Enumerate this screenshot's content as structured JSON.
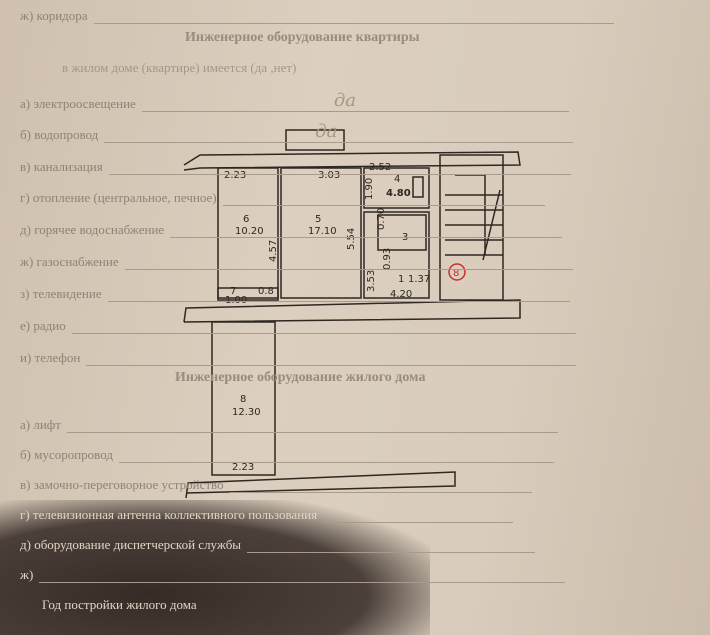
{
  "top_row": {
    "label": "ж) коридора"
  },
  "section1": {
    "title": "Инженерное оборудование квартиры",
    "subtitle": "в жилом доме (квартире) имеется (да ,нет)",
    "items": [
      {
        "label": "а) электроосвещение",
        "value": "да"
      },
      {
        "label": "б) водопровод",
        "value": "да"
      },
      {
        "label": "в) канализация",
        "value": ""
      },
      {
        "label": "г) отопление (центральное, печное)",
        "value": ""
      },
      {
        "label": "д) горячее водоснабжение",
        "value": ""
      },
      {
        "label": "ж) газоснабжение",
        "value": ""
      },
      {
        "label": "з) телевидение",
        "value": ""
      },
      {
        "label": "е) радио",
        "value": ""
      },
      {
        "label": "и) телефон",
        "value": ""
      }
    ]
  },
  "section2": {
    "title": "Инженерное оборудование жилого дома",
    "items": [
      {
        "label": "а) лифт"
      },
      {
        "label": "б) мусоропровод"
      },
      {
        "label": "в) замочно-переговорное устройство"
      },
      {
        "label": "г) телевизионная антенна коллективного пользования"
      },
      {
        "label": "д) оборудование диспетчерской службы"
      },
      {
        "label": "ж)"
      }
    ],
    "year_label": "Год постройки жилого дома"
  },
  "plan": {
    "labels": {
      "w6": "2.23",
      "w5": "3.03",
      "w4": "2.52",
      "r4": "4",
      "a4": "4.80",
      "h4": "1.90",
      "r6": "6",
      "a6": "10.20",
      "h6": "4.57",
      "r5": "5",
      "a5": "17.10",
      "h5": "5.54",
      "w3": "0.70",
      "r3": "3",
      "d2": "0.93",
      "h1": "3.53",
      "r1": "1",
      "w1": "1.37",
      "a1": "4.20",
      "r7": "7",
      "a7": "1.00",
      "w7": "0.8",
      "r8": "8",
      "a8": "12.30",
      "w8": "2.23"
    },
    "stamp": "8",
    "stamp_color": "#c8312b"
  }
}
